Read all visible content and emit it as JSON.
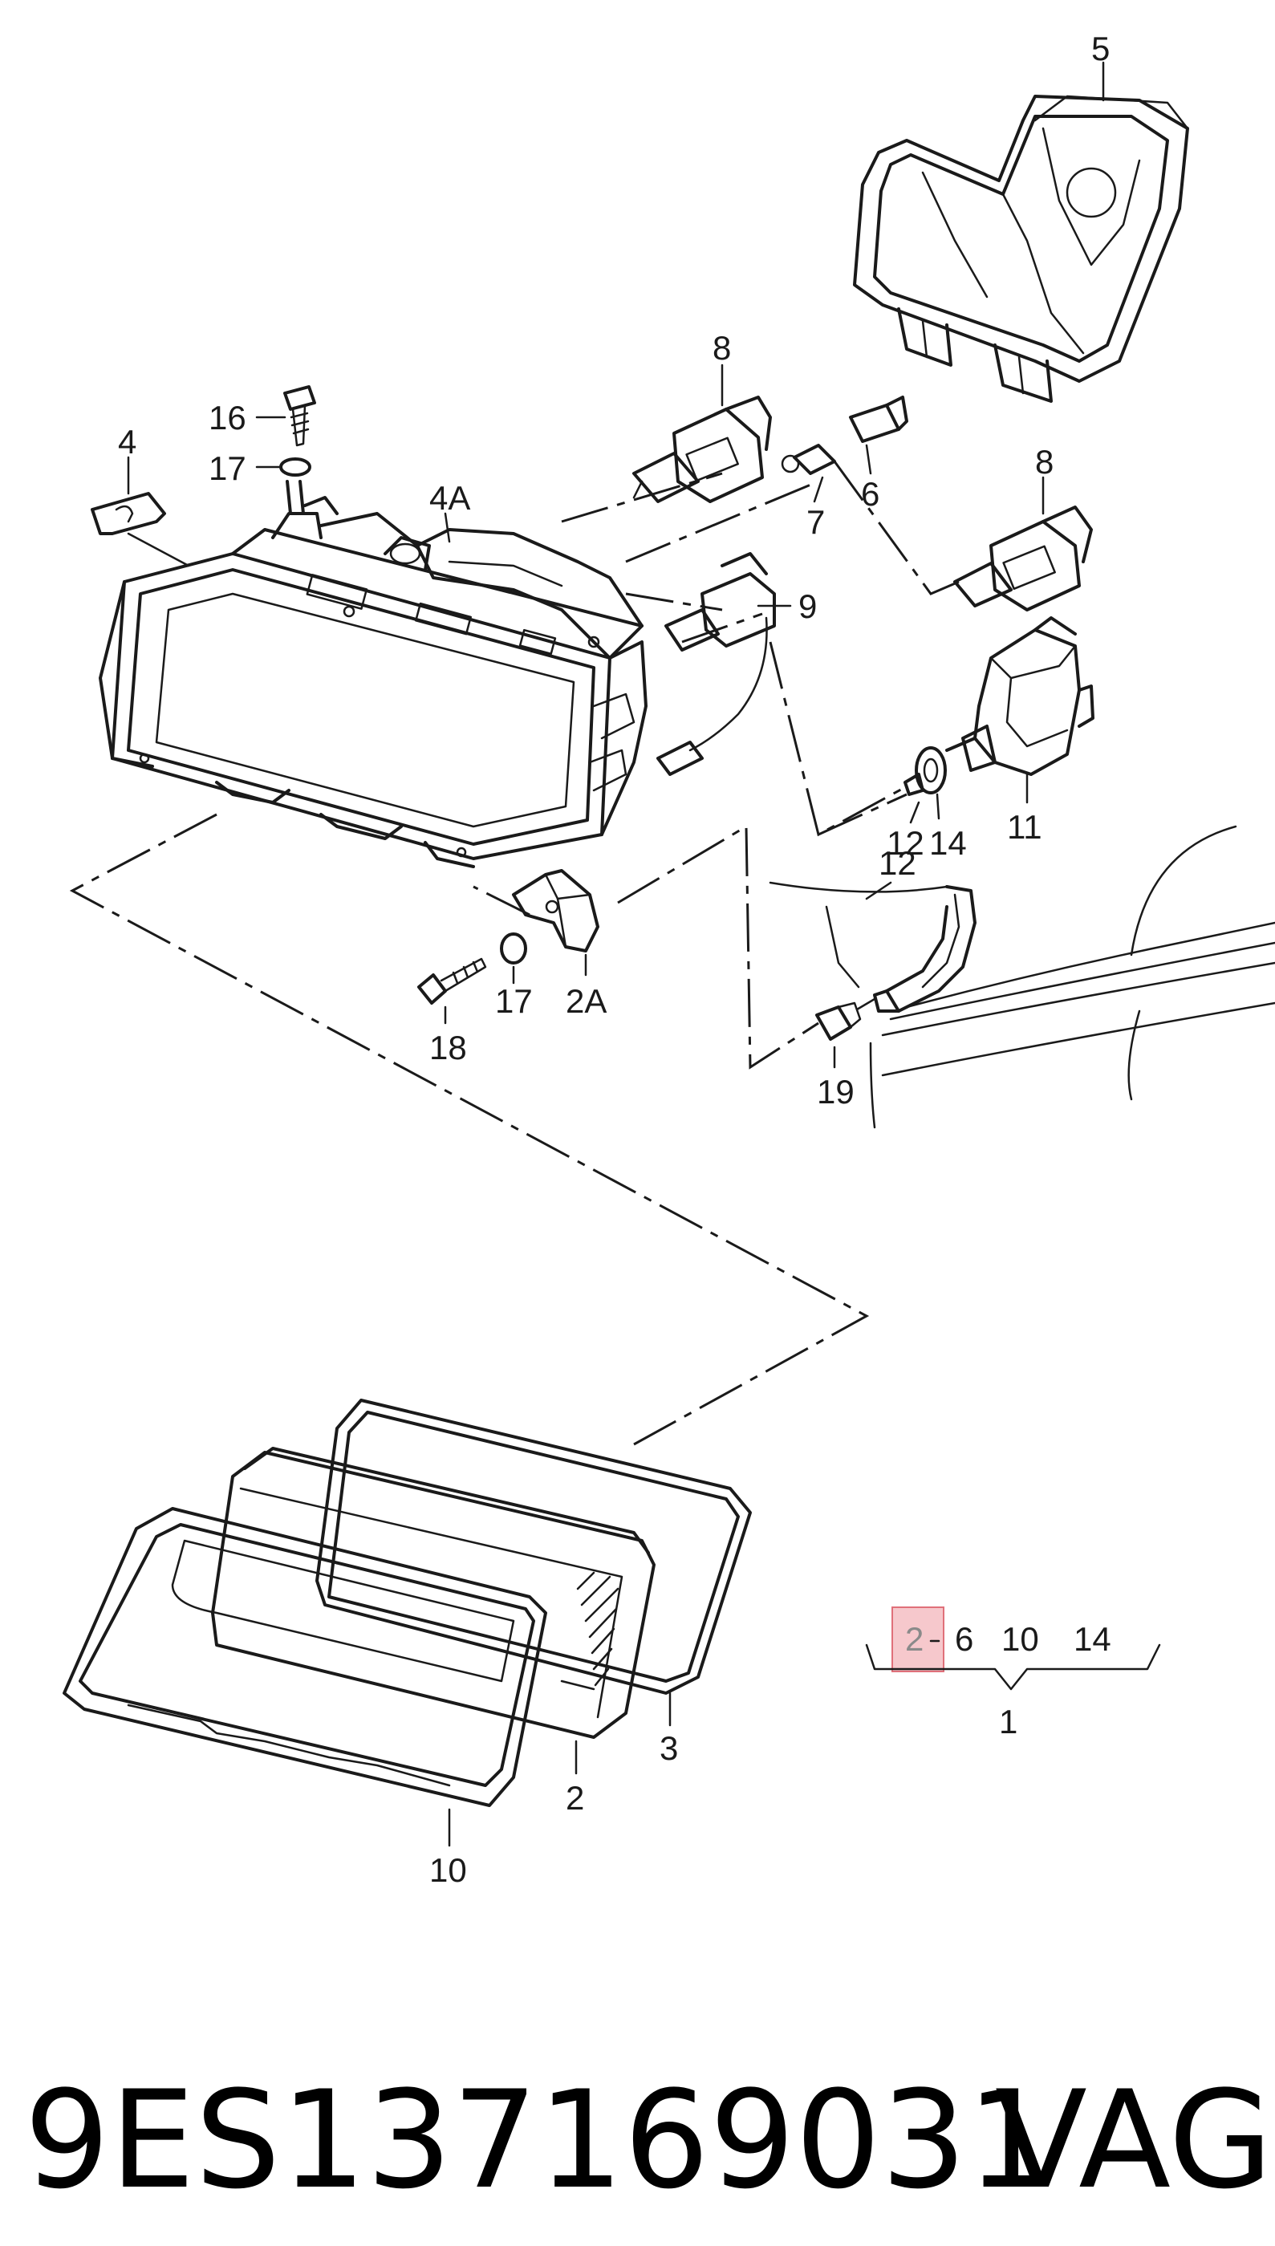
{
  "callouts": {
    "c1": "1",
    "c2": "2",
    "c2a": "2A",
    "c3": "3",
    "c4": "4",
    "c4a": "4A",
    "c5": "5",
    "c6": "6",
    "c7": "7",
    "c8a": "8",
    "c8b": "8",
    "c9": "9",
    "c10": "10",
    "c11": "11",
    "c12a": "12",
    "c12b": "12",
    "c14": "14",
    "c16": "16",
    "c17a": "17",
    "c17b": "17",
    "c18": "18",
    "c19": "19"
  },
  "legend": {
    "highlighted": "2",
    "others": [
      "6",
      "10",
      "14"
    ],
    "group": "1"
  },
  "footer": {
    "part_number": "9ES137169031",
    "brand": "VAG"
  },
  "colors": {
    "line": "#1a1a1a",
    "highlight_fill": "#f6c8cc",
    "highlight_border": "#e0707a"
  }
}
